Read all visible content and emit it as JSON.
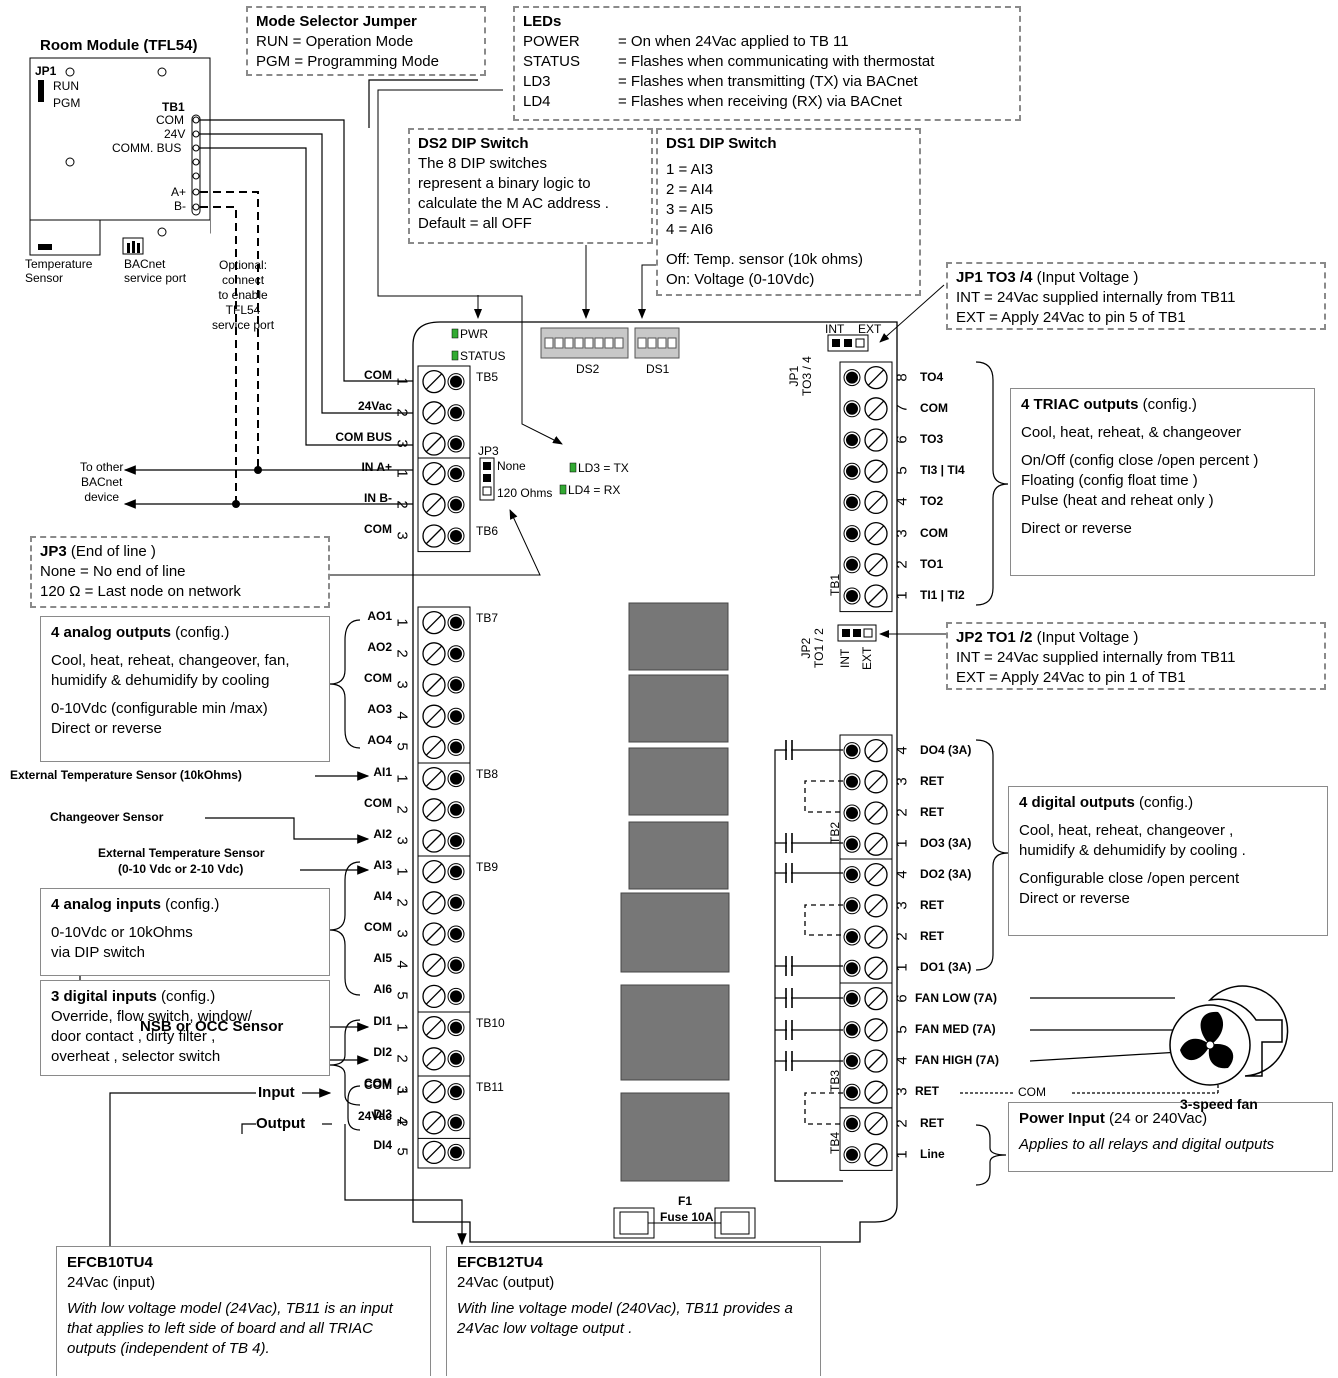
{
  "room_module": {
    "title": "Room Module (TFL54)",
    "jp1": "JP1",
    "run": "RUN",
    "pgm": "PGM",
    "tb1": "TB1",
    "com": "COM",
    "v24": "24V",
    "comm_bus": "COMM. BUS",
    "a_plus": "A+",
    "b_minus": "B-",
    "temp_sensor": "Temperature\nSensor",
    "bacnet_port": "BACnet\nservice port",
    "optional": "Optional:\nconnect\nto enable\nTFL54\nservice port"
  },
  "mode_selector": {
    "title": "Mode Selector Jumper",
    "lines": [
      "RUN = Operation Mode",
      "PGM = Programming Mode"
    ]
  },
  "leds": {
    "title": "LEDs",
    "rows": [
      {
        "k": "POWER",
        "v": "= On when 24Vac applied to TB 11"
      },
      {
        "k": "STATUS",
        "v": "= Flashes when communicating with thermostat"
      },
      {
        "k": "LD3",
        "v": "= Flashes when transmitting  (TX) via BACnet"
      },
      {
        "k": "LD4",
        "v": "= Flashes when receiving  (RX) via BACnet"
      }
    ]
  },
  "ds2": {
    "title": "DS2 DIP Switch",
    "lines": [
      "The 8 DIP switches",
      "represent a binary logic to",
      "calculate the M AC address .",
      "Default = all OFF"
    ]
  },
  "ds1": {
    "title": "DS1 DIP Switch",
    "lines": [
      "1 = AI3",
      "2 = AI4",
      "3 = AI5",
      "4 = AI6"
    ],
    "off": "Off: Temp. sensor (10k ohms)",
    "on": "On: Voltage (0-10Vdc)"
  },
  "jp1_box": {
    "title": "JP1 TO3 /4",
    "subtitle": " (Input Voltage )",
    "lines": [
      "INT = 24Vac supplied internally  from TB11",
      "EXT = Apply 24Vac to pin  5 of TB1"
    ]
  },
  "jp2_box": {
    "title": "JP2 TO1 /2",
    "subtitle": " (Input Voltage )",
    "lines": [
      "INT = 24Vac supplied internally  from TB11",
      "EXT = Apply 24Vac to pin  1 of TB1"
    ]
  },
  "jp3_box": {
    "title": "JP3",
    "subtitle": " (End of line )",
    "lines": [
      "None = No end of line",
      "120 Ω = Last node on network"
    ]
  },
  "triac_box": {
    "title": "4 TRIAC outputs",
    "subtitle": " (config.)",
    "lines": [
      "Cool, heat, reheat, & changeover",
      "On/Off (config close /open percent )",
      "Floating  (config float time )",
      "Pulse  (heat and reheat only )",
      "Direct or reverse"
    ]
  },
  "analog_out_box": {
    "title": "4 analog outputs",
    "subtitle": "  (config.)",
    "lines": [
      "Cool, heat, reheat, changeover, fan,",
      "humidify & dehumidify by cooling",
      "0-10Vdc (configurable min /max)",
      "Direct or reverse"
    ]
  },
  "analog_in_box": {
    "title": "4 analog inputs",
    "subtitle": "  (config.)",
    "lines": [
      "0-10Vdc or 10kOhms",
      "via DIP switch"
    ]
  },
  "digital_in_box": {
    "title": "3 digital inputs",
    "subtitle": "  (config.)",
    "lines": [
      "Override, flow switch, window/",
      "door contact , dirty filter ,",
      "overheat , selector switch"
    ]
  },
  "digital_out_box": {
    "title": "4 digital outputs",
    "subtitle": "  (config.)",
    "lines": [
      "Cool, heat, reheat, changeover ,",
      "humidify & dehumidify by cooling .",
      "Configurable close /open percent",
      "Direct or reverse"
    ]
  },
  "power_box": {
    "title": "Power Input",
    "subtitle": "  (24 or 240Vac)",
    "line": "Applies to all relays and digital outputs"
  },
  "efcb10": {
    "title": "EFCB10TU4",
    "sub": "24Vac (input)",
    "text": "With low voltage model  (24Vac), TB11 is an input that applies to left side of board and all TRIAC outputs  (independent of TB 4)."
  },
  "efcb12": {
    "title": "EFCB12TU4",
    "sub": "24Vac (output)",
    "text": "With line voltage model  (240Vac), TB11 provides a  24Vac low voltage output ."
  },
  "board": {
    "pwr": "PWR",
    "status": "STATUS",
    "ds2": "DS2",
    "ds1": "DS1",
    "jp3": "JP3",
    "none": "None",
    "ohms": "120 Ohms",
    "ld3": "LD3 = TX",
    "ld4": "LD4 = RX",
    "int": "INT",
    "ext": "EXT",
    "jp1_side": "JP1\nTO3 / 4",
    "jp2_side": "JP2\nTO1 / 2",
    "fuse_id": "F1",
    "fuse": "Fuse 10A",
    "to_other": "To other\nBACnet\ndevice"
  },
  "left_terminals": [
    {
      "tb": "TB5",
      "labels": [
        "COM",
        "24Vac",
        "COM BUS"
      ]
    },
    {
      "tb": "TB6",
      "labels": [
        "IN A+",
        "IN B-",
        "COM"
      ]
    },
    {
      "tb": "TB7",
      "labels": [
        "AO1",
        "AO2",
        "COM",
        "AO3",
        "AO4"
      ]
    },
    {
      "tb": "TB8",
      "labels": [
        "AI1",
        "COM",
        "AI2"
      ]
    },
    {
      "tb": "TB9",
      "labels": [
        "AI3",
        "AI4",
        "COM",
        "AI5",
        "AI6"
      ]
    },
    {
      "tb": "TB10",
      "labels": [
        "DI1",
        "DI2",
        "COM",
        "DI3",
        "DI4"
      ]
    },
    {
      "tb": "TB11",
      "labels": [
        "COM",
        "24Vac"
      ]
    }
  ],
  "left_inputs": {
    "ext_temp_10k": "External Temperature Sensor (10kOhms)",
    "changeover": "Changeover Sensor",
    "ext_temp_v1": "External Temperature Sensor",
    "ext_temp_v2": "(0-10 Vdc or 2-10 Vdc)",
    "nsb": "NSB or OCC Sensor",
    "input": "Input",
    "output": "Output"
  },
  "right_terminals": {
    "tb1": [
      "TO4",
      "COM",
      "TO3",
      "TI3 | TI4",
      "TO2",
      "COM",
      "TO1",
      "TI1 | TI2"
    ],
    "tb2": [
      "DO4 (3A)",
      "RET",
      "RET",
      "DO3 (3A)"
    ],
    "tb2_2": [
      "DO2 (3A)",
      "RET",
      "RET",
      "DO1 (3A)"
    ],
    "tb3": [
      "FAN LOW (7A)",
      "FAN MED (7A)",
      "FAN HIGH (7A)",
      "RET"
    ],
    "tb4": [
      "RET",
      "Line"
    ],
    "tb_labels": [
      "TB1",
      "TB2",
      "TB3",
      "TB4"
    ],
    "com": "COM",
    "fan": "3-speed fan"
  }
}
